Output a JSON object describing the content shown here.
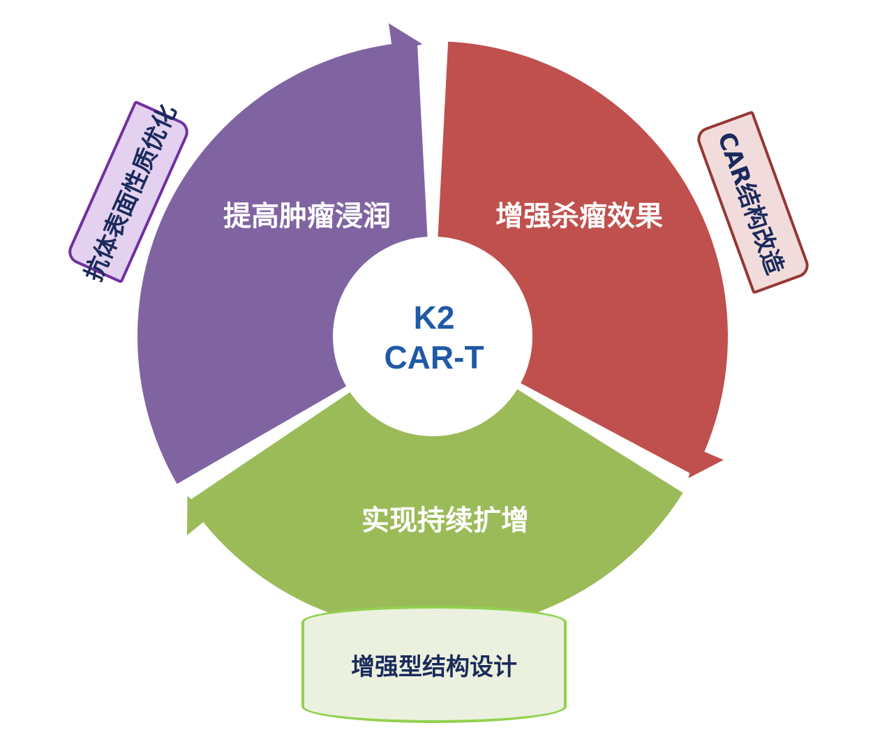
{
  "center": {
    "line1": "K2",
    "line2": "CAR-T"
  },
  "segments": [
    {
      "label": "提高肿瘤浸润",
      "color": "#8064a2"
    },
    {
      "label": "增强杀瘤效果",
      "color": "#c0504d"
    },
    {
      "label": "实现持续扩增",
      "color": "#9bbb59"
    }
  ],
  "banners": [
    {
      "label": "抗体表面性质优化",
      "fill": "#e3d1ef",
      "border": "#7030a0"
    },
    {
      "label": "CAR结构改造",
      "fill": "#f2dcdb",
      "border": "#953735"
    },
    {
      "label": "增强型结构设计",
      "fill": "#ebf1de",
      "border": "#92d050"
    }
  ]
}
